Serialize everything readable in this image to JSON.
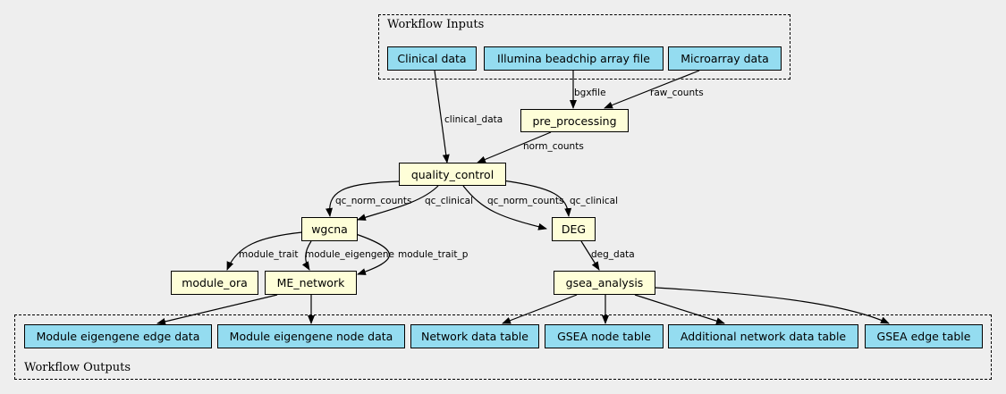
{
  "clusters": {
    "inputs_label": "Workflow Inputs",
    "outputs_label": "Workflow Outputs"
  },
  "inputs": {
    "clinical": "Clinical data",
    "bgx": "Illumina beadchip array file",
    "microarray": "Microarray data"
  },
  "steps": {
    "pre_processing": "pre_processing",
    "quality_control": "quality_control",
    "wgcna": "wgcna",
    "deg": "DEG",
    "module_ora": "module_ora",
    "me_network": "ME_network",
    "gsea_analysis": "gsea_analysis"
  },
  "outputs": {
    "me_edge": "Module eigengene edge data",
    "me_node": "Module eigengene node data",
    "network_table": "Network data table",
    "gsea_node": "GSEA node table",
    "additional_network": "Additional network data table",
    "gsea_edge": "GSEA edge table"
  },
  "edge_labels": {
    "clinical_data": "clinical_data",
    "bgxfile": "bgxfile",
    "raw_counts": "raw_counts",
    "norm_counts": "norm_counts",
    "qc_norm_counts_wgcna": "qc_norm_counts",
    "qc_clinical_wgcna": "qc_clinical",
    "qc_norm_counts_deg": "qc_norm_counts",
    "qc_clinical_deg": "qc_clinical",
    "module_trait": "module_trait",
    "module_eigengene": "module_eigengene",
    "module_trait_p": "module_trait_p",
    "deg_data": "deg_data"
  }
}
